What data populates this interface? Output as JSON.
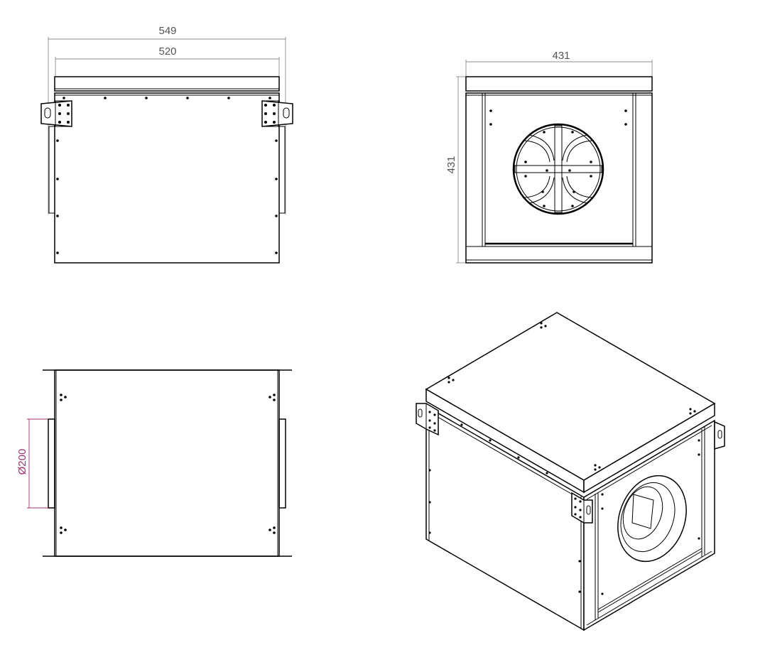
{
  "dimensions": {
    "overall_width": "549",
    "inner_width": "520",
    "side_width": "431",
    "side_height": "431",
    "duct_diameter": "Ø200"
  },
  "colors": {
    "dimension_line": "#8c8c8c",
    "diameter_dimension": "#a0306f",
    "outline": "#000000"
  },
  "views": [
    "top-view",
    "end-view",
    "front-view",
    "isometric-view"
  ]
}
